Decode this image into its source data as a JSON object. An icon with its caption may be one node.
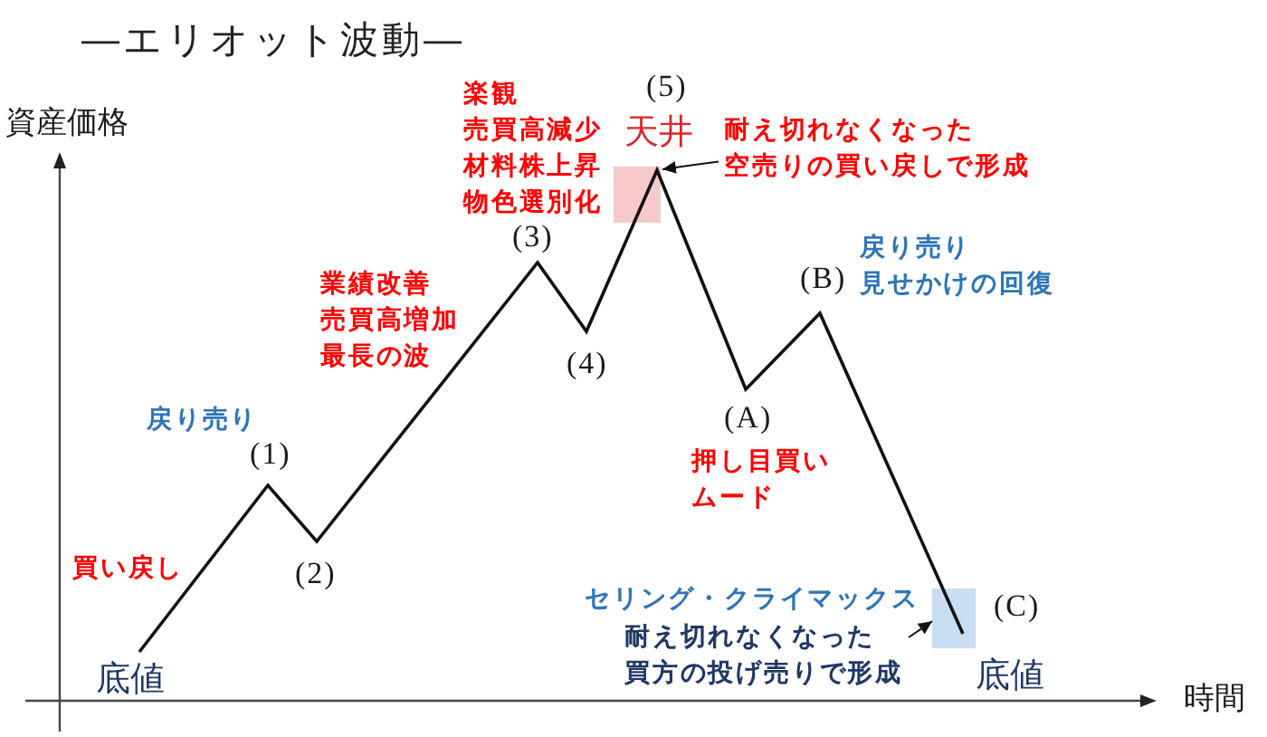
{
  "diagram": {
    "title": "―エリオット波動―",
    "nodes": [
      {
        "text": [
          "耐え切れなくなった空売りの買い戻しで形成"
        ]
      },
      {
        "text": [],
        "shape": "box"
      },
      {
        "text": [
          "耐え切れなくなった買方の投げ売りで形成"
        ]
      },
      {
        "text": [],
        "shape": "box"
      }
    ],
    "edges": [
      {
        "from": 0,
        "to": 1,
        "arrow": "to"
      },
      {
        "from": 2,
        "to": 3,
        "arrow": "to"
      }
    ],
    "labels": [
      "資産価格",
      "楽観売買高減少材料株上昇物色選別化",
      "(5)",
      "天井",
      "(3)",
      "業績改善売買高増加最長の波",
      "戻り売り見せかけの回復",
      "(B)",
      "(4)",
      "戻り売り",
      "(A)",
      "(1)",
      "押し目買いムード",
      "買い戻し",
      "(2)",
      "セリング・クライマックス",
      "(C)",
      "底値",
      "底値",
      "時間"
    ]
  }
}
